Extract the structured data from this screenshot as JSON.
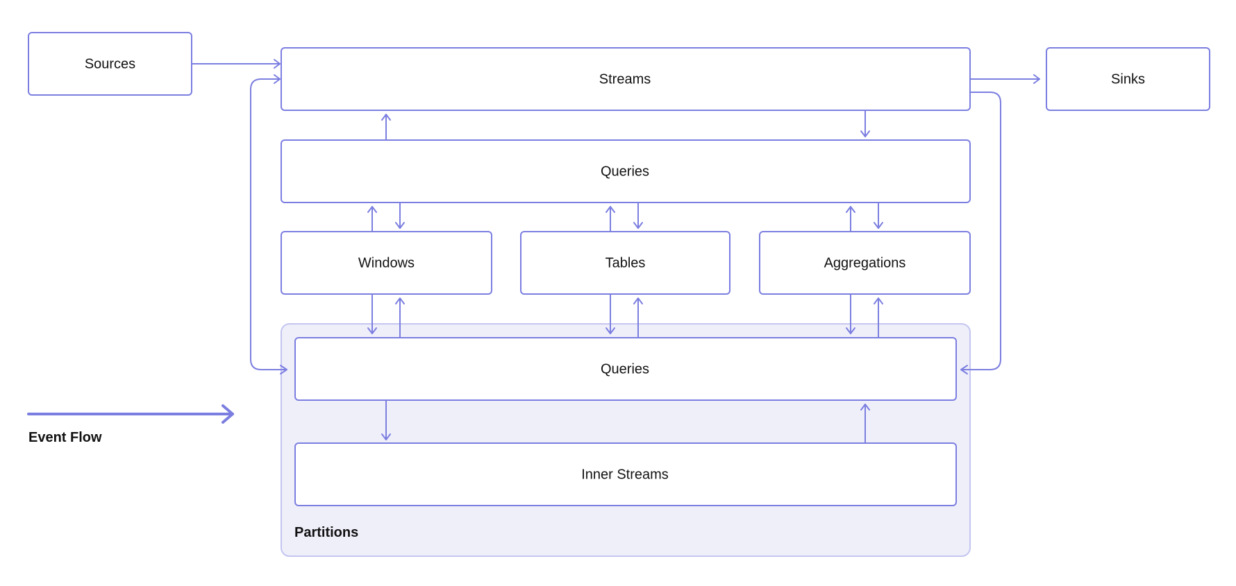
{
  "diagram": {
    "nodes": {
      "sources": "Sources",
      "streams": "Streams",
      "sinks": "Sinks",
      "queries_top": "Queries",
      "windows": "Windows",
      "tables": "Tables",
      "aggregations": "Aggregations",
      "queries_partition": "Queries",
      "inner_streams": "Inner Streams"
    },
    "group_label": "Partitions",
    "legend_label": "Event Flow",
    "colors": {
      "stroke": "#7b7ee0",
      "partition_fill": "#efeffa",
      "partition_stroke": "#c4c5f0",
      "text": "#111111"
    }
  }
}
